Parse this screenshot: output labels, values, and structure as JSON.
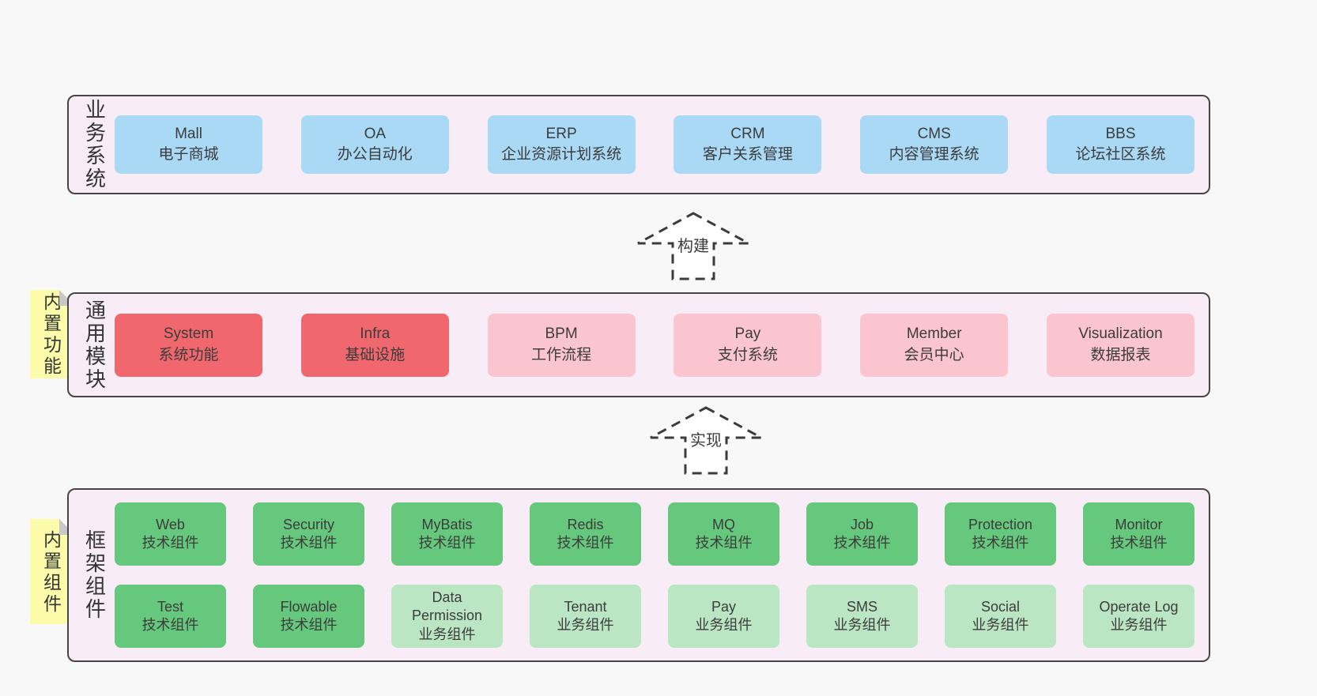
{
  "colors": {
    "page_bg": "#f8f8f8",
    "panel_bg": "#f8edf6",
    "panel_border": "#454545",
    "sticky_bg": "#fbfba9",
    "sticky_fold": "#c8c8c8",
    "text": "#3a3a3a",
    "blue": "#a9d9f5",
    "red": "#f0686d",
    "pink": "#fac5ce",
    "green": "#66c87d",
    "light_green": "#bbe6c3"
  },
  "sections": [
    {
      "id": "business-systems",
      "label": "业务系统",
      "sticky": null,
      "rows": [
        [
          {
            "en": "Mall",
            "zh": "电子商城",
            "color": "blue"
          },
          {
            "en": "OA",
            "zh": "办公自动化",
            "color": "blue"
          },
          {
            "en": "ERP",
            "zh": "企业资源计划系统",
            "color": "blue"
          },
          {
            "en": "CRM",
            "zh": "客户关系管理",
            "color": "blue"
          },
          {
            "en": "CMS",
            "zh": "内容管理系统",
            "color": "blue"
          },
          {
            "en": "BBS",
            "zh": "论坛社区系统",
            "color": "blue"
          }
        ]
      ]
    },
    {
      "id": "common-modules",
      "label": "通用模块",
      "sticky": "内置功能",
      "rows": [
        [
          {
            "en": "System",
            "zh": "系统功能",
            "color": "red"
          },
          {
            "en": "Infra",
            "zh": "基础设施",
            "color": "red"
          },
          {
            "en": "BPM",
            "zh": "工作流程",
            "color": "pink"
          },
          {
            "en": "Pay",
            "zh": "支付系统",
            "color": "pink"
          },
          {
            "en": "Member",
            "zh": "会员中心",
            "color": "pink"
          },
          {
            "en": "Visualization",
            "zh": "数据报表",
            "color": "pink"
          }
        ]
      ]
    },
    {
      "id": "framework-components",
      "label": "框架组件",
      "sticky": "内置组件",
      "rows": [
        [
          {
            "en": "Web",
            "zh": "技术组件",
            "color": "green"
          },
          {
            "en": "Security",
            "zh": "技术组件",
            "color": "green"
          },
          {
            "en": "MyBatis",
            "zh": "技术组件",
            "color": "green"
          },
          {
            "en": "Redis",
            "zh": "技术组件",
            "color": "green"
          },
          {
            "en": "MQ",
            "zh": "技术组件",
            "color": "green"
          },
          {
            "en": "Job",
            "zh": "技术组件",
            "color": "green"
          },
          {
            "en": "Protection",
            "zh": "技术组件",
            "color": "green"
          },
          {
            "en": "Monitor",
            "zh": "技术组件",
            "color": "green"
          }
        ],
        [
          {
            "en": "Test",
            "zh": "技术组件",
            "color": "green"
          },
          {
            "en": "Flowable",
            "zh": "技术组件",
            "color": "green"
          },
          {
            "en": "Data Permission",
            "zh": "业务组件",
            "color": "light_green"
          },
          {
            "en": "Tenant",
            "zh": "业务组件",
            "color": "light_green"
          },
          {
            "en": "Pay",
            "zh": "业务组件",
            "color": "light_green"
          },
          {
            "en": "SMS",
            "zh": "业务组件",
            "color": "light_green"
          },
          {
            "en": "Social",
            "zh": "业务组件",
            "color": "light_green"
          },
          {
            "en": "Operate Log",
            "zh": "业务组件",
            "color": "light_green"
          }
        ]
      ]
    }
  ],
  "arrows": [
    {
      "label": "构建"
    },
    {
      "label": "实现"
    }
  ]
}
